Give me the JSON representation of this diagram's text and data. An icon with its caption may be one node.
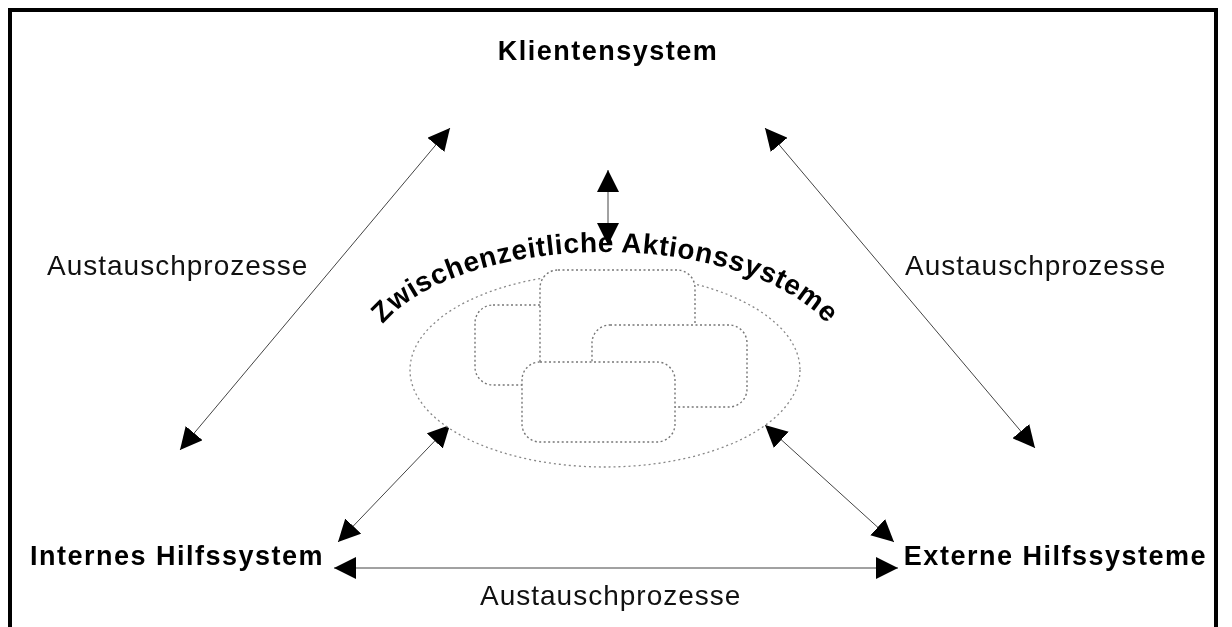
{
  "diagram": {
    "nodes": [
      {
        "text": [
          "Klientensystem"
        ]
      },
      {
        "text": [
          "Zwischenzeitliche Aktionssysteme"
        ]
      },
      {
        "text": [
          "Internes Hilfssystem"
        ]
      },
      {
        "text": [
          "Externe Hilfssysteme"
        ]
      }
    ],
    "edges": [
      {
        "from": 0,
        "to": 2,
        "arrow": "both",
        "label": "Austauschprozesse"
      },
      {
        "from": 0,
        "to": 3,
        "arrow": "both",
        "label": "Austauschprozesse"
      },
      {
        "from": null,
        "to": 1,
        "arrow": "both"
      },
      {
        "from": 1,
        "to": 2,
        "arrow": "both"
      },
      {
        "from": 1,
        "to": 3,
        "arrow": "both"
      },
      {
        "from": 2,
        "to": 3,
        "arrow": "both",
        "label": "Austauschprozesse"
      }
    ]
  }
}
